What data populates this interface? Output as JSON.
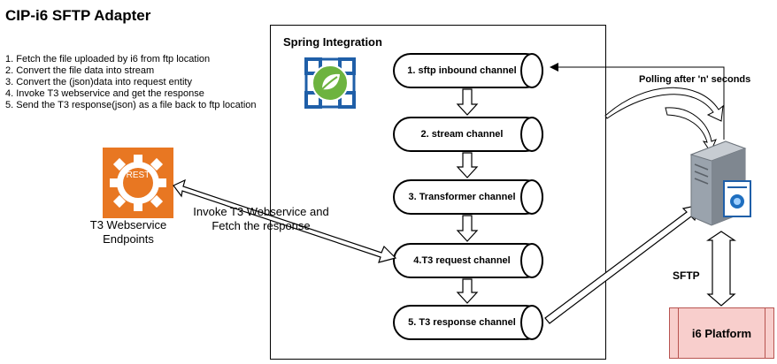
{
  "title": "CIP-i6 SFTP Adapter",
  "steps": [
    "1. Fetch the file uploaded by i6 from ftp location",
    "2. Convert the file data into stream",
    "3. Convert the (json)data into request entity",
    "4. Invoke T3 webservice and get the response",
    "5. Send the T3 response(json) as a file back to ftp location"
  ],
  "spring_label": "Spring Integration",
  "channels": [
    "1. sftp inbound channel",
    "2. stream channel",
    "3. Transformer channel",
    "4.T3 request channel",
    "5. T3 response channel"
  ],
  "rest_icon_text": "REST",
  "webservice_label": "T3 Webservice Endpoints",
  "invoke_label": "Invoke T3 Webservice and Fetch the response",
  "polling_label": "Polling after 'n' seconds",
  "sftp_label": "SFTP",
  "platform_label": "i6 Platform",
  "colors": {
    "rest_orange": "#e87722",
    "spring_blue": "#1f5fa8",
    "spring_green": "#6db33f",
    "platform_fill": "#f8cecc",
    "platform_border": "#b85450",
    "server_gray": "#9aa3ad"
  }
}
